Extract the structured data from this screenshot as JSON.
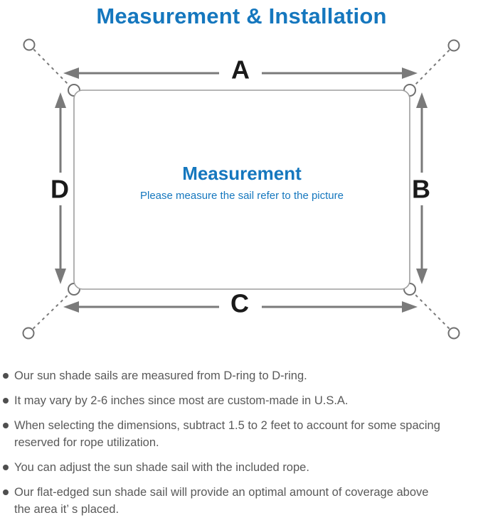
{
  "header": {
    "title": "Measurement & Installation",
    "title_color": "#1577be"
  },
  "diagram": {
    "type": "sun-shade-sail-measurement-diagram",
    "dimension_labels": {
      "top": "A",
      "right": "B",
      "bottom": "C",
      "left": "D"
    },
    "center": {
      "heading": "Measurement",
      "subheading": "Please measure the sail refer to the picture",
      "text_color": "#1577be"
    },
    "colors": {
      "arrow_gray": "#7a7a7a",
      "sail_outline_gray": "#9e9e9e",
      "anchor_gray": "#707070",
      "label_black": "#1a1a1a"
    }
  },
  "notes": {
    "bullet_color": "#4f4f4f",
    "text_color": "#595959",
    "items": [
      {
        "lines": [
          "Our sun shade sails are measured from D-ring to D-ring."
        ]
      },
      {
        "lines": [
          "It may vary by 2-6 inches since most are custom-made in U.S.A."
        ]
      },
      {
        "lines": [
          "When selecting the dimensions, subtract 1.5 to 2 feet to account for some spacing",
          "reserved for rope utilization."
        ]
      },
      {
        "lines": [
          "You can adjust the sun shade sail with the included rope."
        ]
      },
      {
        "lines": [
          "Our flat-edged sun shade sail will provide an optimal amount of coverage above",
          "the area it’ s placed."
        ]
      }
    ]
  }
}
